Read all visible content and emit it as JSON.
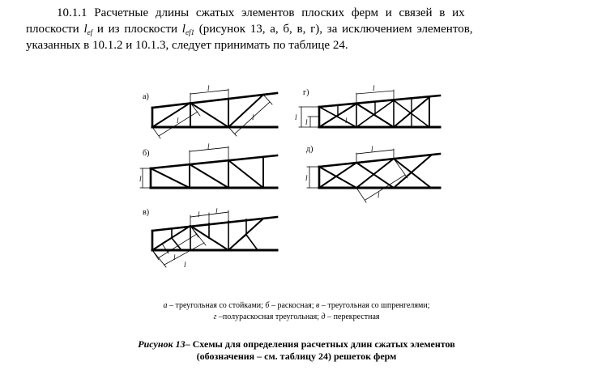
{
  "paragraph": {
    "line1": "10.1.1 Расчетные длины  сжатых элементов плоских  ферм и связей в их",
    "line2_a": "плоскости ",
    "l_ef": "l",
    "l_ef_sub": "ef",
    "line2_b": " и  из плоскости ",
    "l_ef1_sub": "ef1",
    "line2_c": " (рисунок 13, а, б, в, г), за  исключением элементов,",
    "line3": "указанных в 10.1.2 и 10.1.3, следует принимать по таблице 24."
  },
  "figure": {
    "panel_labels": {
      "a": "а)",
      "b": "б)",
      "v": "в)",
      "g": "г)",
      "d": "д)"
    },
    "dim_label": "l"
  },
  "legend": {
    "a_key": "а",
    "a_text": " – треугольная со стойками; ",
    "b_key": "б",
    "b_text": " – раскосная; ",
    "v_key": "в",
    "v_text": " – треугольная со шпренгелями;",
    "g_key": "г",
    "g_text": " –полураскосная треугольная; ",
    "d_key": "д",
    "d_text": " – перекрестная"
  },
  "caption": {
    "label": "Рисунок 13",
    "line1_rest": "– Схемы для определения расчетных длин сжатых элементов",
    "line2": "(обозначения – см. таблицу 24) решеток ферм"
  }
}
